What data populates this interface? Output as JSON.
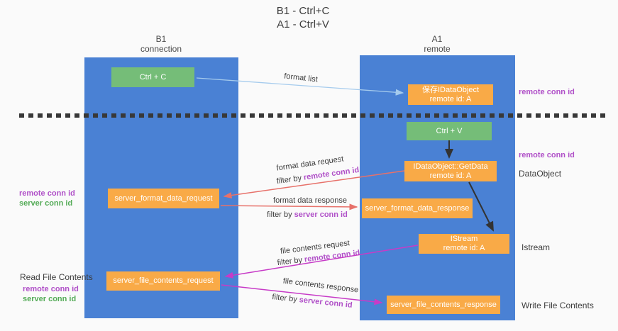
{
  "title": {
    "line1": "B1 - Ctrl+C",
    "line2": "A1 - Ctrl+V"
  },
  "columns": {
    "b1": {
      "name": "B1",
      "subtitle": "connection"
    },
    "a1": {
      "name": "A1",
      "subtitle": "remote"
    }
  },
  "nodes": {
    "ctrl_c": "Ctrl + C",
    "ctrl_v": "Ctrl + V",
    "save_idataobject": {
      "line1": "保存IDataObject",
      "line2": "remote id: A"
    },
    "getdata": {
      "line1": "IDataObject::GetData",
      "line2": "remote id: A"
    },
    "istream": {
      "line1": "IStream",
      "line2": "remote id: A"
    },
    "server_format_data_request": "server_format_data_request",
    "server_format_data_response": "server_format_data_response",
    "server_file_contents_request": "server_file_contents_request",
    "server_file_contents_response": "server_file_contents_response"
  },
  "flow_labels": {
    "format_list": "format list",
    "format_data_request": "format data request",
    "format_data_response": "format data response",
    "file_contents_request": "file contents request",
    "file_contents_response": "file contents response",
    "filter_by": "filter by",
    "remote_conn_id": "remote conn id",
    "server_conn_id": "server conn id"
  },
  "side_labels": {
    "left_top_remote": "remote conn id",
    "left_top_server": "server conn id",
    "read_file_contents": "Read File Contents",
    "left_bottom_remote": "remote conn id",
    "left_bottom_server": "server conn id",
    "right_remote_top": "remote conn id",
    "right_remote_mid": "remote conn id",
    "dataobject": "DataObject",
    "istream": "Istream",
    "write_file_contents": "Write File Contents"
  },
  "colors": {
    "lifeline_blue": "#4a81d4",
    "node_orange": "#f9aa47",
    "node_green": "#75bd78",
    "arrow_light_blue": "#a5cbed",
    "arrow_red": "#e7716a",
    "arrow_magenta": "#c73bc7",
    "arrow_black": "#333333",
    "remote_conn_purple": "#b050c8",
    "server_conn_green": "#54ab57",
    "text_dark": "#3d3d3d"
  }
}
